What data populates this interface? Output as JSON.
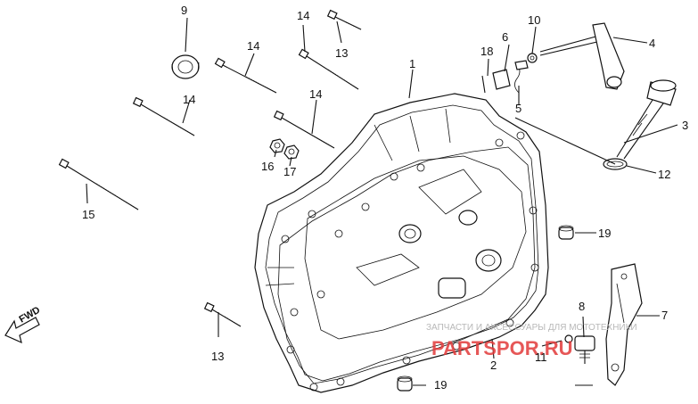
{
  "diagram": {
    "callouts": [
      {
        "id": "n1",
        "text": "1"
      },
      {
        "id": "n2",
        "text": "2"
      },
      {
        "id": "n3",
        "text": "3"
      },
      {
        "id": "n4",
        "text": "4"
      },
      {
        "id": "n5",
        "text": "5"
      },
      {
        "id": "n6",
        "text": "6"
      },
      {
        "id": "n7",
        "text": "7"
      },
      {
        "id": "n8",
        "text": "8"
      },
      {
        "id": "n9",
        "text": "9"
      },
      {
        "id": "n10",
        "text": "10"
      },
      {
        "id": "n11",
        "text": "11"
      },
      {
        "id": "n12",
        "text": "12"
      },
      {
        "id": "n13a",
        "text": "13"
      },
      {
        "id": "n13b",
        "text": "13"
      },
      {
        "id": "n14a",
        "text": "14"
      },
      {
        "id": "n14b",
        "text": "14"
      },
      {
        "id": "n14c",
        "text": "14"
      },
      {
        "id": "n14d",
        "text": "14"
      },
      {
        "id": "n15",
        "text": "15"
      },
      {
        "id": "n16",
        "text": "16"
      },
      {
        "id": "n17",
        "text": "17"
      },
      {
        "id": "n18",
        "text": "18"
      },
      {
        "id": "n19a",
        "text": "19"
      },
      {
        "id": "n19b",
        "text": "19"
      }
    ],
    "direction_label": "FWD",
    "watermark_text": "ЗАПЧАСТИ И АКСЕССУАРЫ ДЛЯ МОТОТЕХНИКИ",
    "watermark_logo": "PARTSPOR.RU",
    "colors": {
      "line": "#111111",
      "watermark_red": "#e23a3a",
      "watermark_gray": "#b8b8b8"
    }
  }
}
